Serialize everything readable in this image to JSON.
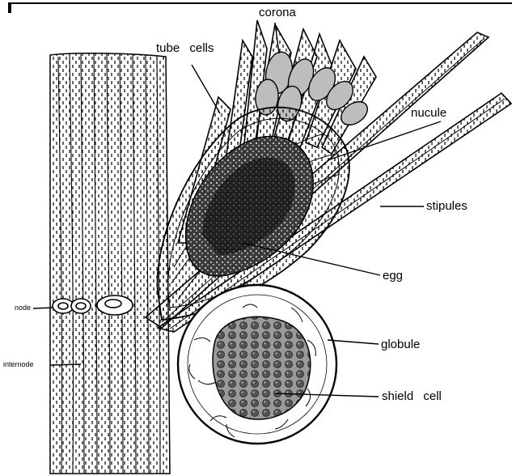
{
  "labels": {
    "corona": "corona",
    "tube_cells": "tube cells",
    "nucule": "nucule",
    "stipules": "stipules",
    "egg": "egg",
    "node": "node",
    "globule": "globule",
    "internode": "internode",
    "shield_cell": "shield cell"
  }
}
